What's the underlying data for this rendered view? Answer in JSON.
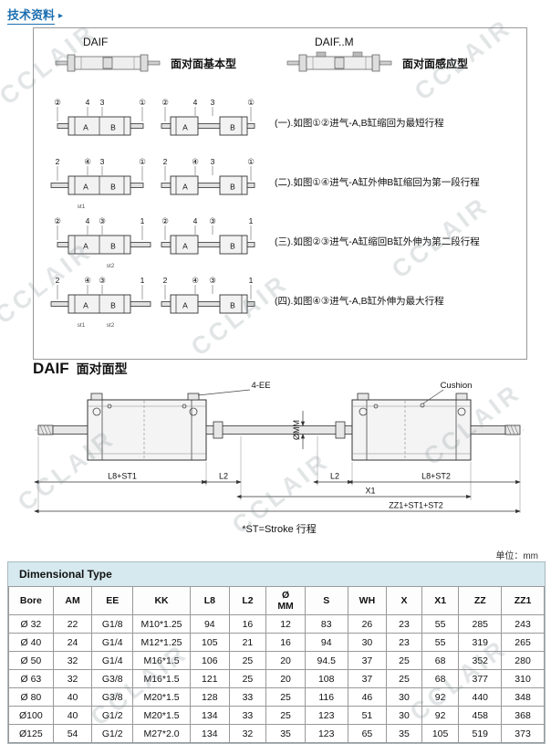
{
  "page": {
    "header_title": "技术资料",
    "header_arrow": "▸",
    "unit_note": "单位：mm",
    "watermark": "CCLAIR"
  },
  "products": {
    "left_title": "DAIF",
    "left_caption": "面对面基本型",
    "right_title": "DAIF..M",
    "right_caption": "面对面感应型"
  },
  "chambers": {
    "a": "A",
    "b": "B"
  },
  "diagram_rows": [
    {
      "ports": [
        "②",
        "4",
        "3",
        "①"
      ],
      "sub1": "",
      "sub2": "",
      "text": "(一).如图①②进气-A,B缸缩回为最短行程"
    },
    {
      "ports": [
        "2",
        "④",
        "3",
        "①"
      ],
      "sub1": "st1",
      "sub2": "",
      "text": "(二).如图①④进气-A缸外伸B缸缩回为第一段行程"
    },
    {
      "ports": [
        "②",
        "4",
        "③",
        "1"
      ],
      "sub1": "",
      "sub2": "st2",
      "text": "(三).如图②③进气-A缸缩回B缸外伸为第二段行程"
    },
    {
      "ports": [
        "2",
        "④",
        "③",
        "1"
      ],
      "sub1": "st1",
      "sub2": "st2",
      "text": "(四).如图④③进气-A,B缸外伸为最大行程"
    }
  ],
  "drawing": {
    "title": "DAIF",
    "subtitle": "面对面型",
    "label_ports": "4-EE",
    "label_cushion": "Cushion",
    "label_rod_dia": "ØMM",
    "dim_l8_st1": "L8+ST1",
    "dim_l2_left": "L2",
    "dim_l2_right": "L2",
    "dim_x1": "X1",
    "dim_l8_st2": "L8+ST2",
    "dim_total": "ZZ1+ST1+ST2",
    "note": "*ST=Stroke 行程"
  },
  "table": {
    "title": "Dimensional Type",
    "headers": [
      "Bore",
      "AM",
      "EE",
      "KK",
      "L8",
      "L2",
      "Ø\nMM",
      "S",
      "WH",
      "X",
      "X1",
      "ZZ",
      "ZZ1"
    ],
    "rows": [
      [
        "Ø 32",
        "22",
        "G1/8",
        "M10*1.25",
        "94",
        "16",
        "12",
        "83",
        "26",
        "23",
        "55",
        "285",
        "243"
      ],
      [
        "Ø 40",
        "24",
        "G1/4",
        "M12*1.25",
        "105",
        "21",
        "16",
        "94",
        "30",
        "23",
        "55",
        "319",
        "265"
      ],
      [
        "Ø 50",
        "32",
        "G1/4",
        "M16*1.5",
        "106",
        "25",
        "20",
        "94.5",
        "37",
        "25",
        "68",
        "352",
        "280"
      ],
      [
        "Ø 63",
        "32",
        "G3/8",
        "M16*1.5",
        "121",
        "25",
        "20",
        "108",
        "37",
        "25",
        "68",
        "377",
        "310"
      ],
      [
        "Ø 80",
        "40",
        "G3/8",
        "M20*1.5",
        "128",
        "33",
        "25",
        "116",
        "46",
        "30",
        "92",
        "440",
        "348"
      ],
      [
        "Ø100",
        "40",
        "G1/2",
        "M20*1.5",
        "134",
        "33",
        "25",
        "123",
        "51",
        "30",
        "92",
        "458",
        "368"
      ],
      [
        "Ø125",
        "54",
        "G1/2",
        "M27*2.0",
        "134",
        "32",
        "35",
        "123",
        "65",
        "35",
        "105",
        "519",
        "373"
      ]
    ]
  }
}
